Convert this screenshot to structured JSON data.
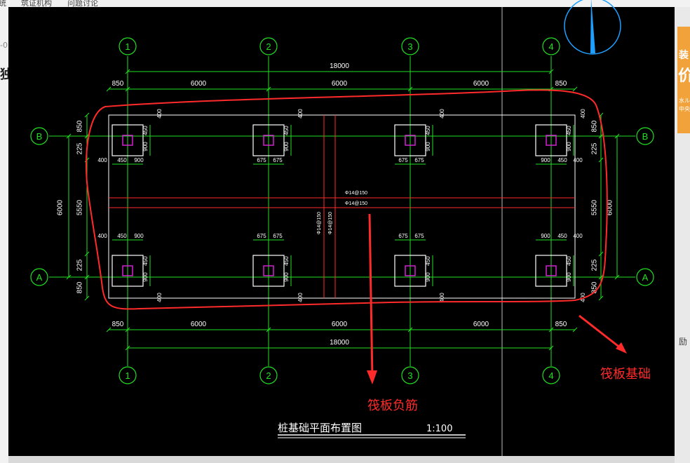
{
  "browser": {
    "top_fragments": [
      "统",
      "筑证机构",
      "问题讨论"
    ],
    "left_fragments": [
      "-0",
      "独"
    ]
  },
  "right_panel": {
    "ad_fragments": [
      "装",
      "价",
      "水ル",
      "中央"
    ],
    "side_text": "励"
  },
  "drawing": {
    "title": "桩基础平面布置图",
    "scale": "1:100",
    "grid_columns": [
      "1",
      "2",
      "3",
      "4"
    ],
    "grid_rows": [
      "B",
      "A"
    ],
    "total_width": "18000",
    "bay_width": "6000",
    "edge_offset": "850",
    "depth_total": "6000",
    "depth_inner": "5550",
    "edge_225": "225",
    "edge_850": "850",
    "pile_dims": {
      "d400": "400",
      "d450": "450",
      "d900": "900",
      "d675": "675"
    },
    "rebar_labels": [
      "Φ14@150",
      "Φ14@150",
      "Φ14@150",
      "Φ14@150"
    ]
  },
  "annotations": {
    "raft_neg_rebar": "筏板负筋",
    "raft_foundation": "筏板基础"
  },
  "colors": {
    "cad_bg": "#000000",
    "grid_green": "#22e022",
    "structure_white": "#ffffff",
    "pile_magenta": "#e022e0",
    "annotation_red": "#ff2a2a",
    "compass_blue": "#1ea0ff"
  }
}
